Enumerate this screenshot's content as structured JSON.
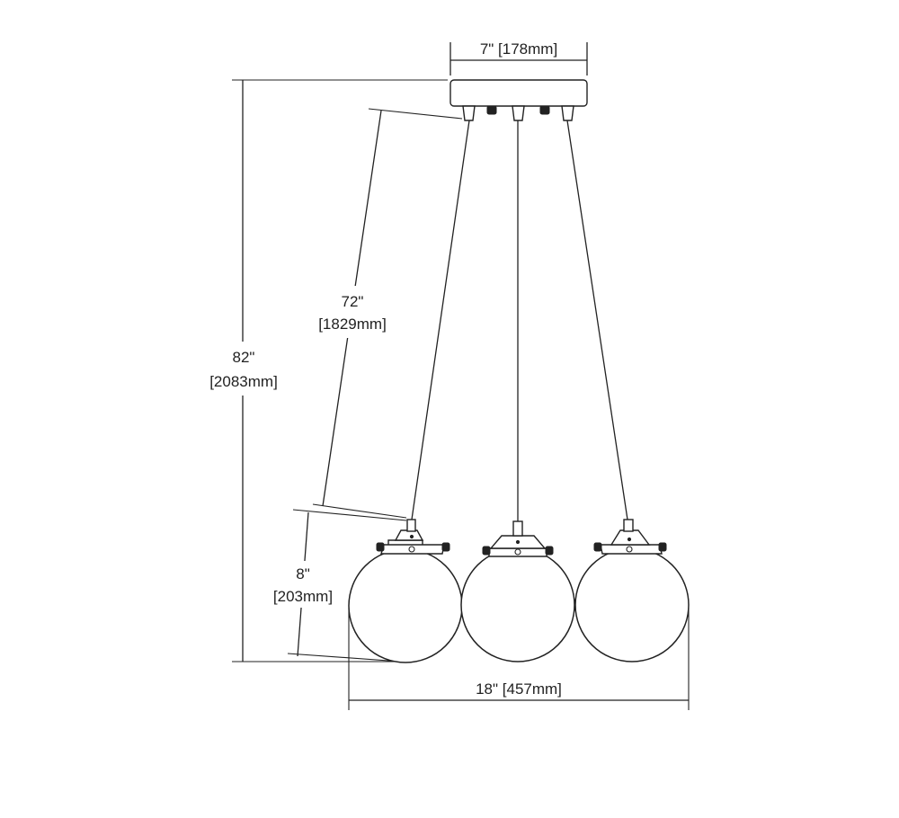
{
  "dimensions": {
    "canopy_width": {
      "imperial": "7\"",
      "metric": "[178mm]"
    },
    "cord_length": {
      "imperial": "72\"",
      "metric": "[1829mm]"
    },
    "overall_height": {
      "imperial": "82\"",
      "metric": "[2083mm]"
    },
    "shade_height": {
      "imperial": "8\"",
      "metric": "[203mm]"
    },
    "overall_width": {
      "imperial": "18\"",
      "metric": "[457mm]"
    }
  },
  "fixture": {
    "pendant_count": 3,
    "shade_shape": "globe"
  }
}
